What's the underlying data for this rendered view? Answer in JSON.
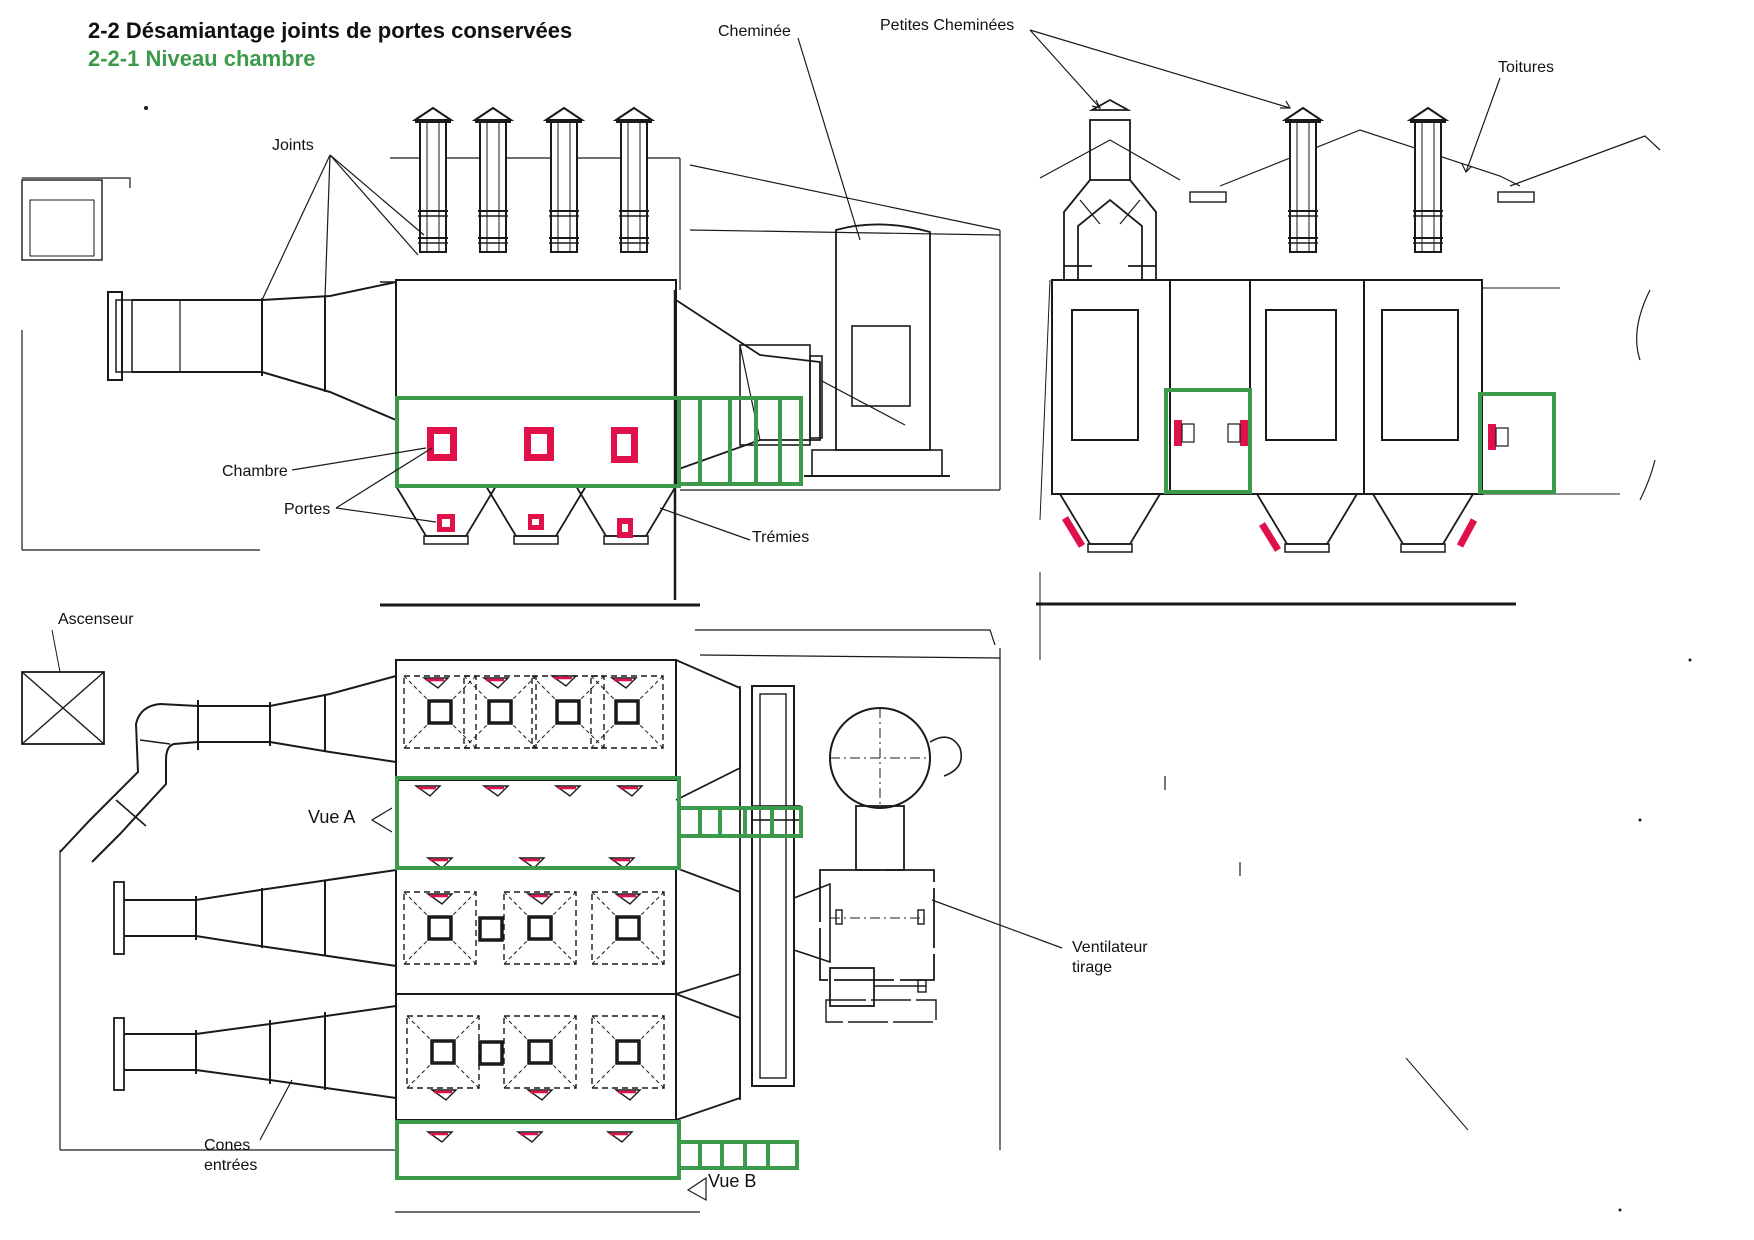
{
  "header": {
    "title": "2-2 Désamiantage joints de portes conservées",
    "subtitle": "2-2-1 Niveau chambre"
  },
  "labels": {
    "cheminee": "Cheminée",
    "petites_cheminees": "Petites  Cheminées",
    "toitures": "Toitures",
    "joints": "Joints",
    "chambre": "Chambre",
    "portes": "Portes",
    "tremies": "Trémies",
    "ascenseur": "Ascenseur",
    "vue_a": "Vue A",
    "vue_b": "Vue B",
    "ventilateur_1": "Ventilateur",
    "ventilateur_2": "tirage",
    "cones_1": "Cones",
    "cones_2": "entrées"
  },
  "colors": {
    "ink": "#1a1a1a",
    "highlight_green": "#3d9a4a",
    "door_red": "#e0114a"
  }
}
